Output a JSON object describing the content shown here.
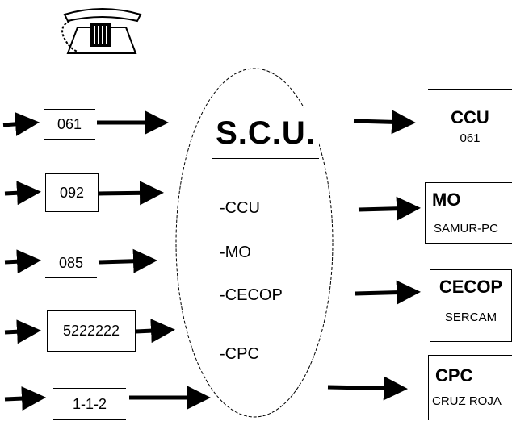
{
  "center": {
    "title": "S.C.U.",
    "items": [
      "-CCU",
      "-MO",
      "-CECOP",
      "-CPC"
    ]
  },
  "inputs": [
    "061",
    "092",
    "085",
    "5222222",
    "1-1-2"
  ],
  "outputs": [
    {
      "code": "CCU",
      "name": "061"
    },
    {
      "code": "MO",
      "name": "SAMUR-PC"
    },
    {
      "code": "CECOP",
      "name": "SERCAM"
    },
    {
      "code": "CPC",
      "name": "CRUZ ROJA"
    }
  ],
  "icons": {
    "phone": "telephone-icon",
    "arrow": "arrow-right-icon"
  },
  "colors": {
    "ink": "#000000",
    "background": "#ffffff"
  }
}
